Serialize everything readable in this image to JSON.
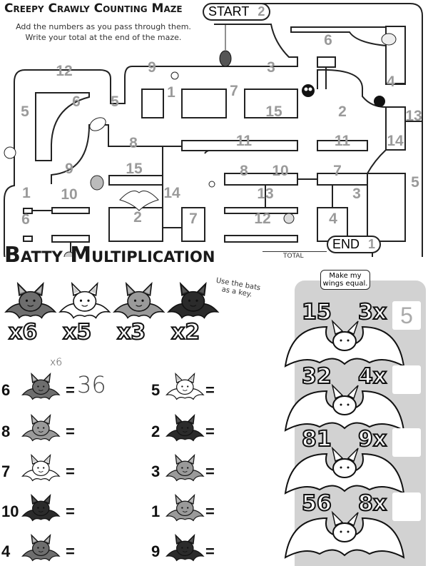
{
  "maze": {
    "title": "Creepy Crawly Counting Maze",
    "instructions": [
      "Add the numbers as you pass through them.",
      "Write your total at the end of the maze."
    ],
    "start_label": "START",
    "start_number": "2",
    "end_label": "END",
    "end_number": "1",
    "total_label": "TOTAL",
    "numbers": [
      "6",
      "12",
      "9",
      "3",
      "4",
      "1",
      "7",
      "6",
      "5",
      "5",
      "15",
      "2",
      "13",
      "8",
      "11",
      "11",
      "14",
      "9",
      "15",
      "8",
      "10",
      "7",
      "5",
      "1",
      "10",
      "14",
      "13",
      "3",
      "6",
      "2",
      "7",
      "12",
      "4"
    ]
  },
  "multiplication": {
    "title": "Batty Multiplication",
    "key_note": "Use the bats as a key.",
    "key": [
      {
        "label": "x6",
        "color": "#6e6e6e"
      },
      {
        "label": "x5",
        "color": "#ffffff"
      },
      {
        "label": "x3",
        "color": "#9a9a9a"
      },
      {
        "label": "x2",
        "color": "#2b2b2b"
      }
    ],
    "example_hint": "x6",
    "example_answer": "36",
    "left_problems": [
      {
        "number": "6",
        "color": "#6e6e6e",
        "equals": "="
      },
      {
        "number": "8",
        "color": "#9a9a9a",
        "equals": "="
      },
      {
        "number": "7",
        "color": "#ffffff",
        "equals": "="
      },
      {
        "number": "10",
        "color": "#2b2b2b",
        "equals": "="
      },
      {
        "number": "4",
        "color": "#6e6e6e",
        "equals": "="
      }
    ],
    "right_problems": [
      {
        "number": "5",
        "color": "#ffffff",
        "equals": "="
      },
      {
        "number": "2",
        "color": "#2b2b2b",
        "equals": "="
      },
      {
        "number": "3",
        "color": "#9a9a9a",
        "equals": "="
      },
      {
        "number": "1",
        "color": "#9a9a9a",
        "equals": "="
      },
      {
        "number": "9",
        "color": "#2b2b2b",
        "equals": "="
      }
    ]
  },
  "wings": {
    "speech": "Make my wings equal.",
    "rows": [
      {
        "left": "15",
        "right": "3x",
        "answer": "5"
      },
      {
        "left": "32",
        "right": "4x",
        "answer": ""
      },
      {
        "left": "81",
        "right": "9x",
        "answer": ""
      },
      {
        "left": "56",
        "right": "8x",
        "answer": ""
      }
    ]
  }
}
